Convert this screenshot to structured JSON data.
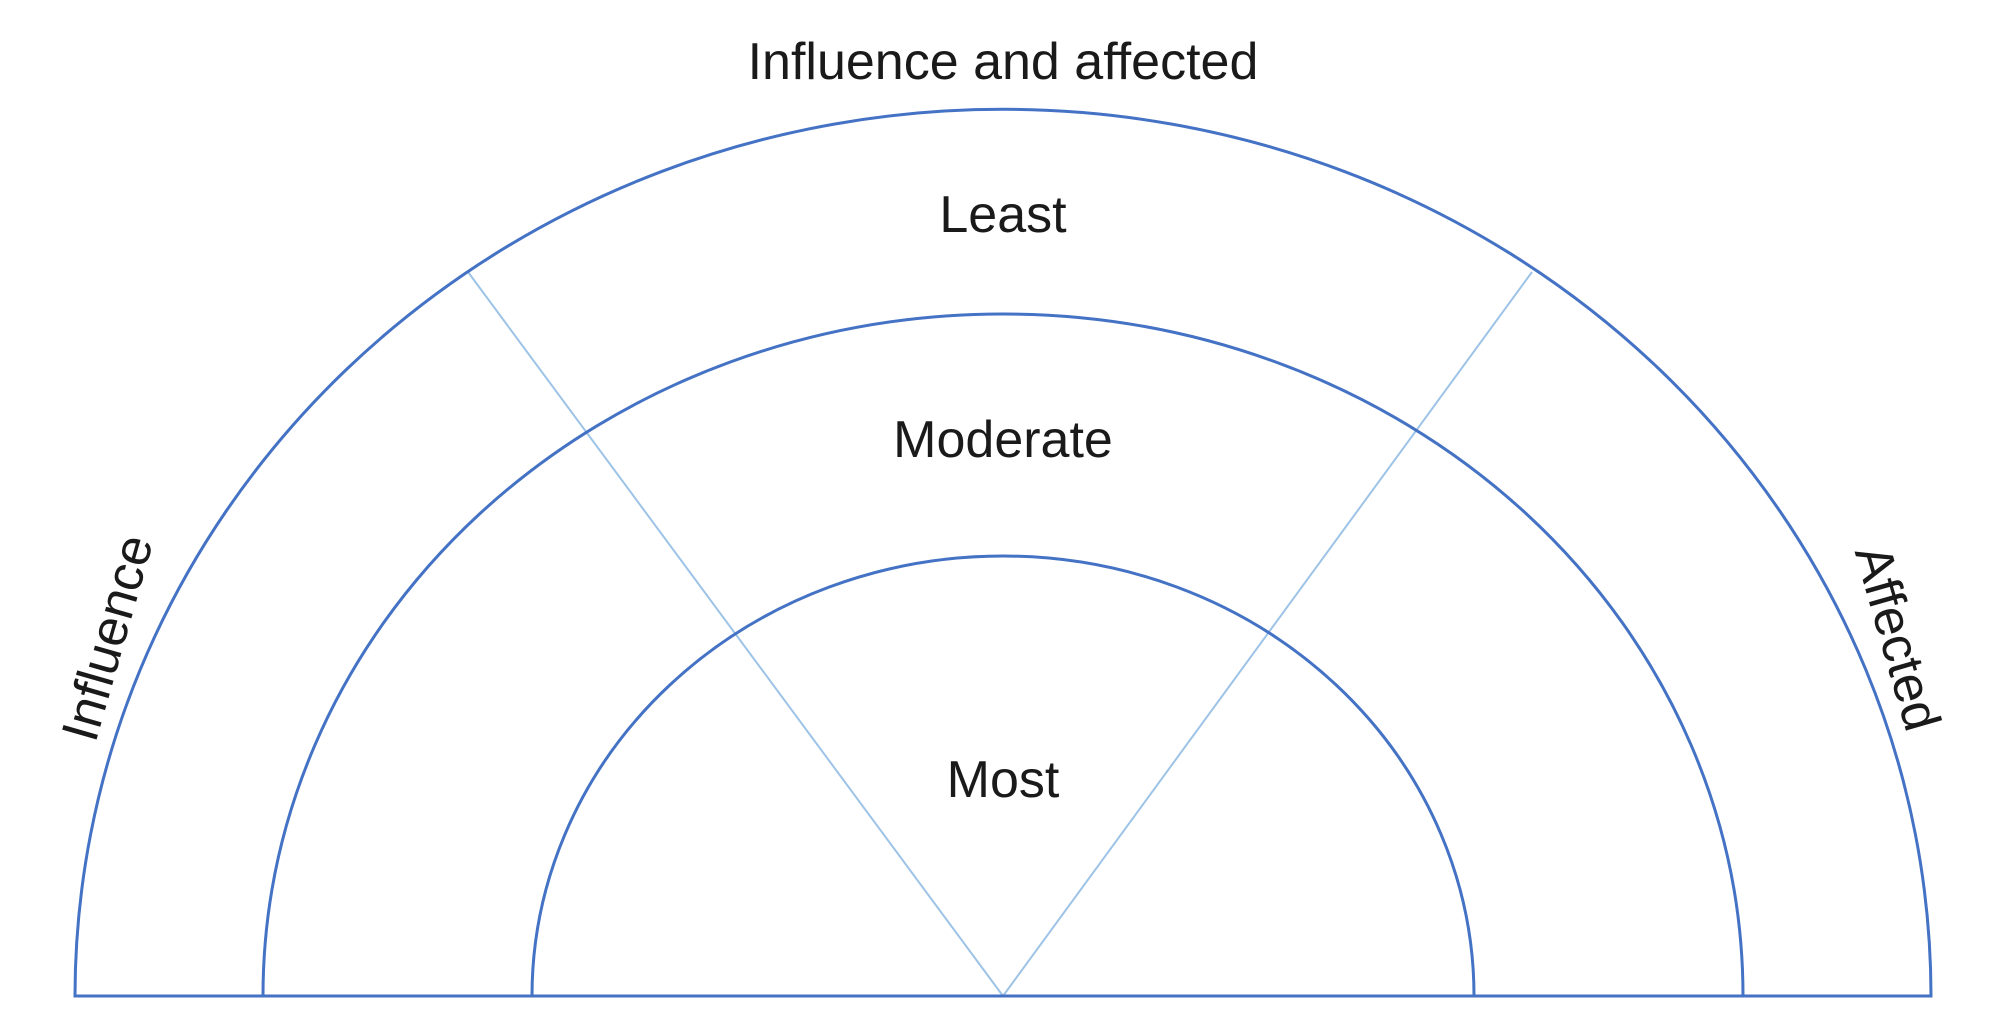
{
  "diagram": {
    "title": "Influence and affected",
    "rings": {
      "least": "Least",
      "moderate": "Moderate",
      "most": "Most"
    },
    "left_label": "Influence",
    "right_label": "Affected"
  },
  "colors": {
    "ring_stroke": "#4472c4",
    "spoke_stroke": "#9dc3e6",
    "text": "#1a1a1a",
    "background": "#ffffff"
  }
}
